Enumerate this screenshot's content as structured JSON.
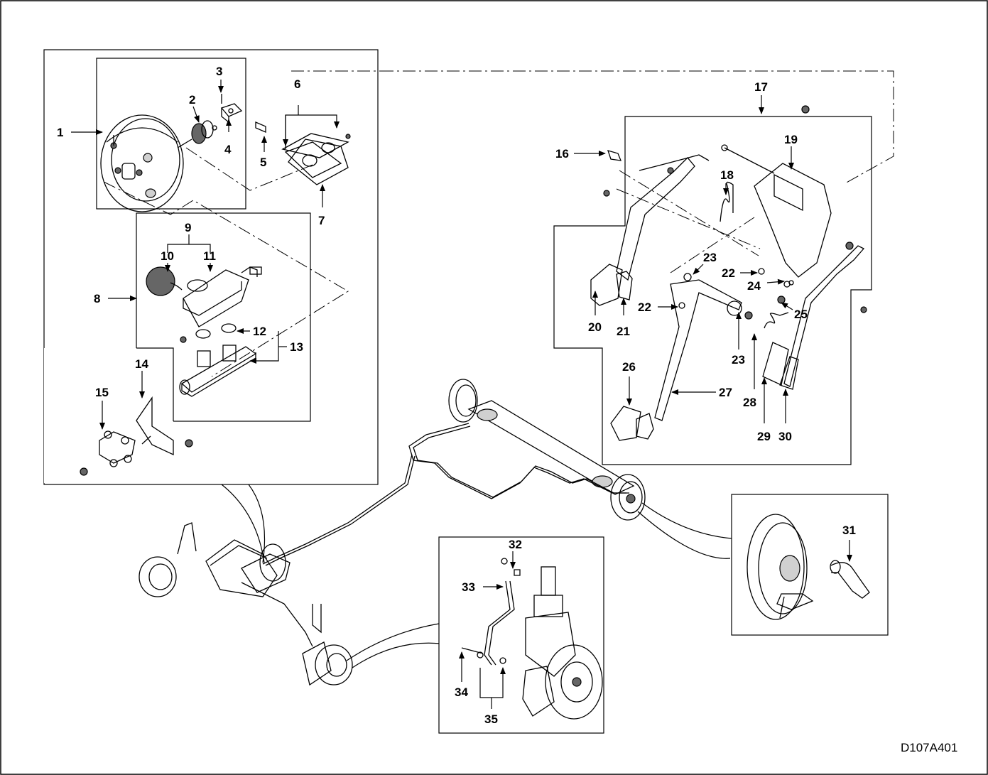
{
  "figure_ref": "D107A401",
  "callouts": [
    "1",
    "2",
    "3",
    "4",
    "5",
    "6",
    "7",
    "8",
    "9",
    "10",
    "11",
    "12",
    "13",
    "14",
    "15",
    "16",
    "17",
    "18",
    "19",
    "20",
    "21",
    "22",
    "22",
    "23",
    "23",
    "24",
    "25",
    "26",
    "27",
    "28",
    "29",
    "30",
    "31",
    "32",
    "33",
    "34",
    "35"
  ],
  "colors": {
    "line": "#000000",
    "background": "#ffffff",
    "shade": "#d0d0d0"
  }
}
